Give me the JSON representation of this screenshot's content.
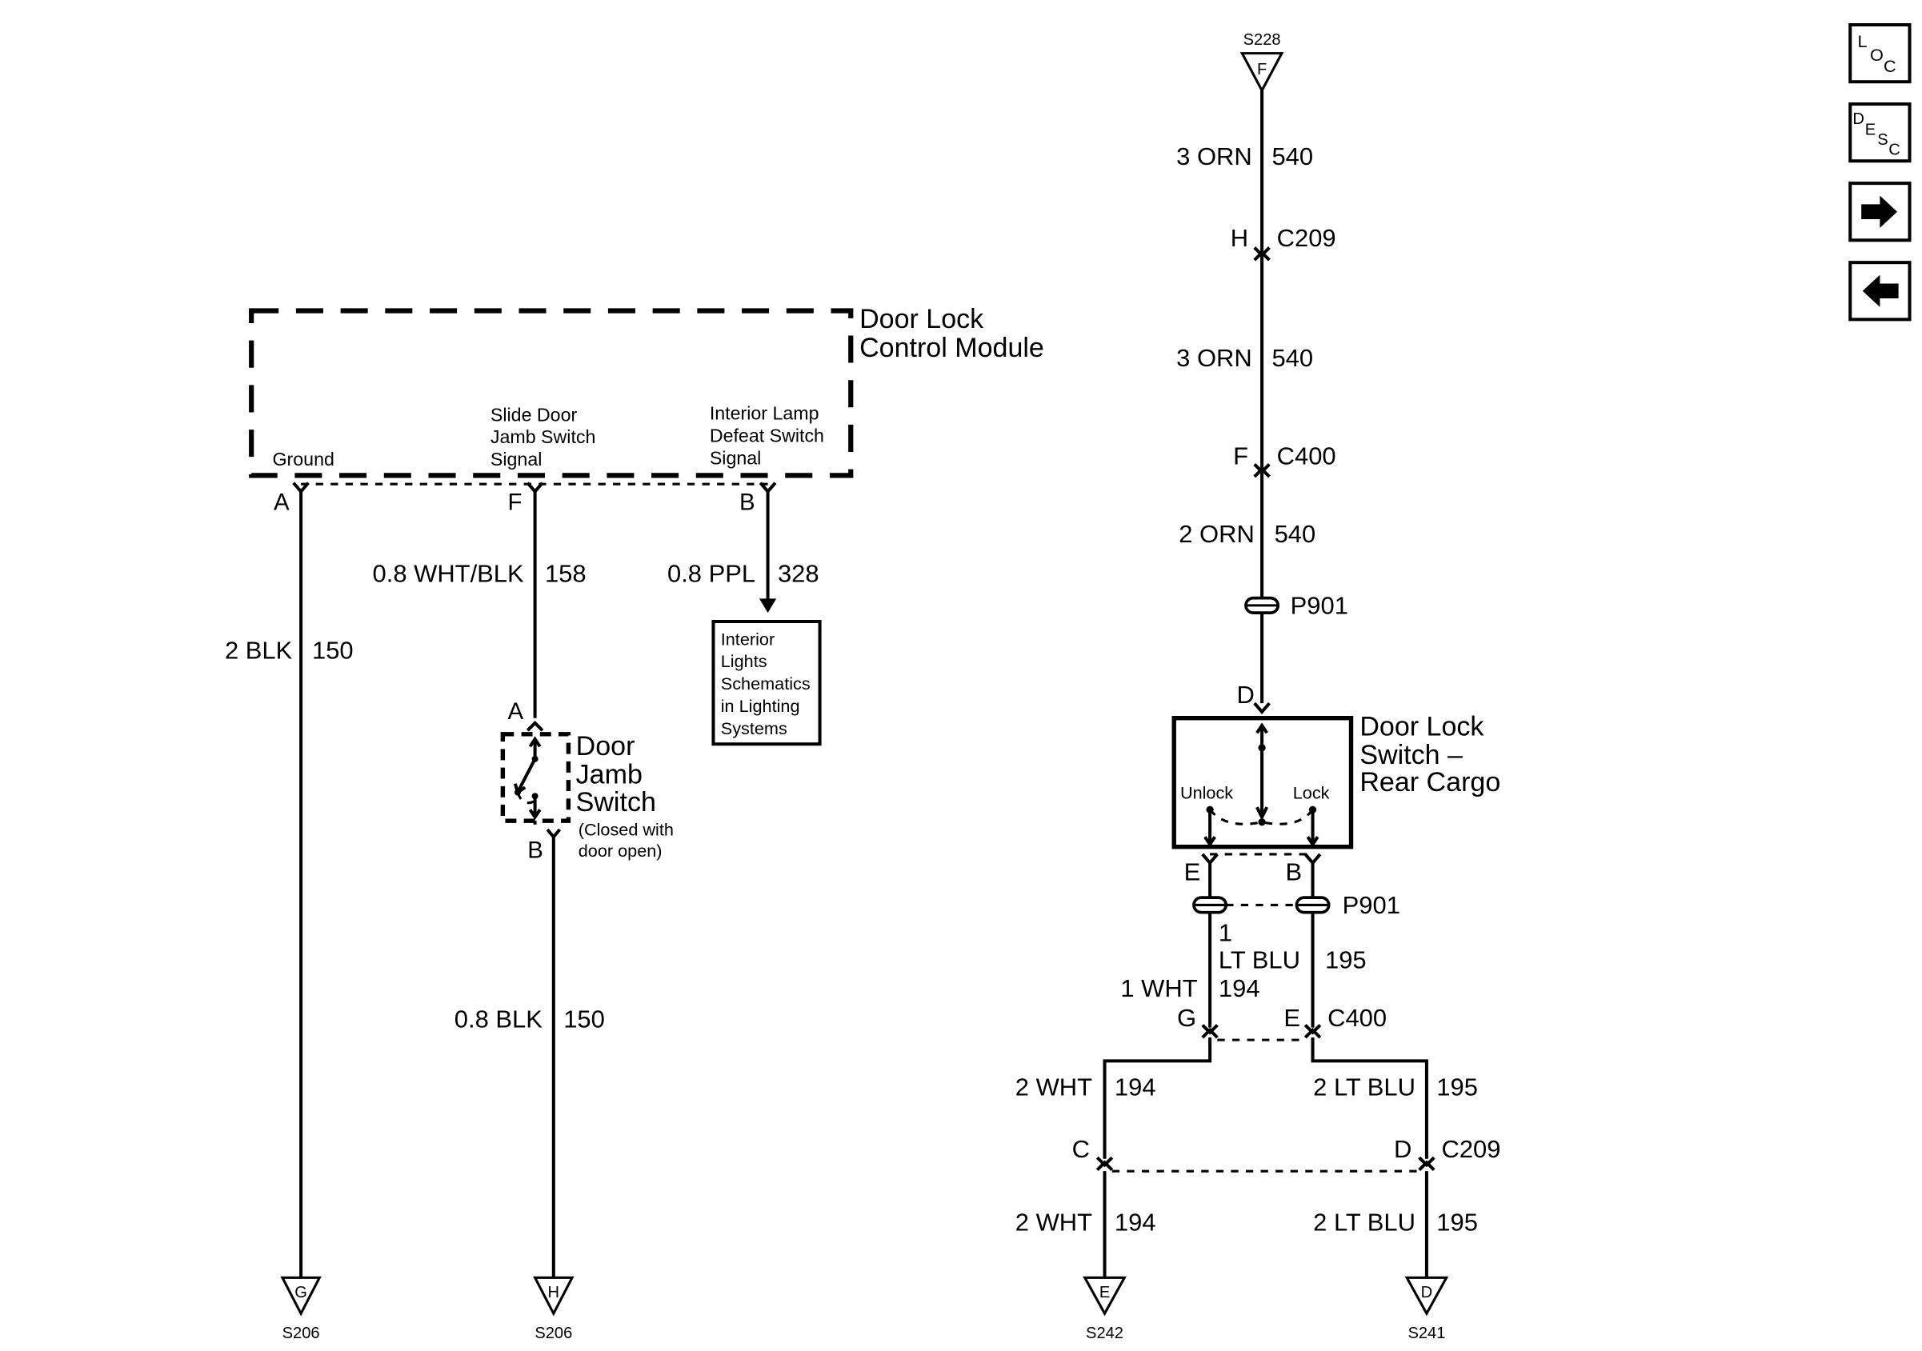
{
  "module": {
    "title_line1": "Door Lock",
    "title_line2": "Control Module",
    "pin_ground": "Ground",
    "pin_slide_l1": "Slide Door",
    "pin_slide_l2": "Jamb Switch",
    "pin_slide_l3": "Signal",
    "pin_lamp_l1": "Interior Lamp",
    "pin_lamp_l2": "Defeat Switch",
    "pin_lamp_l3": "Signal",
    "term_a": "A",
    "term_f": "F",
    "term_b": "B"
  },
  "wires_left": {
    "ground_gauge": "2 BLK",
    "ground_circuit": "150",
    "jamb_gauge": "0.8 WHT/BLK",
    "jamb_circuit": "158",
    "lamp_gauge": "0.8 PPL",
    "lamp_circuit": "328",
    "jamb_ground_gauge": "0.8 BLK",
    "jamb_ground_circuit": "150"
  },
  "interior_lights_ref": {
    "line1": "Interior",
    "line2": "Lights",
    "line3": "Schematics",
    "line4": "in Lighting",
    "line5": "Systems"
  },
  "door_jamb_switch": {
    "line1": "Door",
    "line2": "Jamb",
    "line3": "Switch",
    "note1": "(Closed with",
    "note2": "door open)",
    "term_a": "A",
    "term_b": "B"
  },
  "grounds": {
    "g_letter": "G",
    "g_label": "S206",
    "h_letter": "H",
    "h_label": "S206",
    "e_letter": "E",
    "e_label": "S242",
    "d_letter": "D",
    "d_label": "S241"
  },
  "right_feed": {
    "splice_top": "S228",
    "splice_top_letter": "F",
    "seg1_gauge": "3 ORN",
    "seg1_circuit": "540",
    "c209_pin": "H",
    "c209_name": "C209",
    "seg2_gauge": "3 ORN",
    "seg2_circuit": "540",
    "c400_pin": "F",
    "c400_name": "C400",
    "seg3_gauge": "2 ORN",
    "seg3_circuit": "540",
    "p901_name": "P901",
    "switch_pin_d": "D"
  },
  "cargo_switch": {
    "title_line1": "Door Lock",
    "title_line2": "Switch –",
    "title_line3": "Rear Cargo",
    "unlock": "Unlock",
    "lock": "Lock",
    "pin_e": "E",
    "pin_b": "B"
  },
  "right_bottom": {
    "p901_name": "P901",
    "p901_pin_1": "1",
    "lt_blu_gauge": "LT BLU",
    "lt_blu_circuit": "195",
    "wht_gauge": "1 WHT",
    "wht_circuit": "194",
    "c400_pin_g": "G",
    "c400_pin_e": "E",
    "c400_name": "C400",
    "seg_a_left_gauge": "2 WHT",
    "seg_a_left_circuit": "194",
    "seg_a_right_gauge": "2 LT BLU",
    "seg_a_right_circuit": "195",
    "c209_pin_c": "C",
    "c209_pin_d": "D",
    "c209_name": "C209",
    "seg_b_left_gauge": "2 WHT",
    "seg_b_left_circuit": "194",
    "seg_b_right_gauge": "2 LT BLU",
    "seg_b_right_circuit": "195"
  },
  "nav": {
    "loc_l": "L",
    "loc_o": "O",
    "loc_c": "C",
    "desc_d": "D",
    "desc_e": "E",
    "desc_s": "S",
    "desc_c": "C",
    "next_icon": "arrow-right-icon",
    "prev_icon": "arrow-left-icon"
  }
}
